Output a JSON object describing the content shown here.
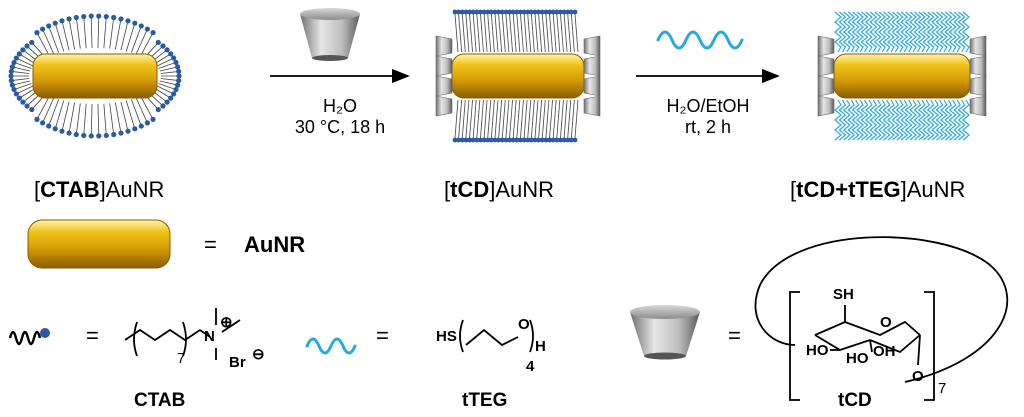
{
  "stage_labels": [
    {
      "pre": "[",
      "bold": "CTAB",
      "post": "]AuNR"
    },
    {
      "pre": "[",
      "bold": "tCD",
      "post": "]AuNR"
    },
    {
      "pre": "[",
      "bold": "tCD+tTEG",
      "post": "]AuNR"
    }
  ],
  "step1": {
    "line1": "H₂O",
    "line2": "30 °C, 18 h"
  },
  "step2": {
    "line1": "H₂O/EtOH",
    "line2": "rt, 2 h"
  },
  "legend": {
    "aunr_eq": "=",
    "aunr_label": "AuNR",
    "ctab_eq": "=",
    "ctab_name": "CTAB",
    "ctab_sub": "7",
    "ctab_charge": "⊕",
    "ctab_counterion": "Br",
    "ctab_anion": "⊖",
    "tteg_eq": "=",
    "tteg_name": "tTEG",
    "tteg_sh": "HS",
    "tteg_o": "O",
    "tteg_h": "H",
    "tteg_sub": "4",
    "tcd_eq": "=",
    "tcd_name": "tCD",
    "tcd_sh": "SH",
    "tcd_ho1": "HO",
    "tcd_ho2": "HO",
    "tcd_oh": "OH",
    "tcd_o_ring": "O",
    "tcd_o_link": "O",
    "tcd_sub": "7"
  },
  "colors": {
    "gold": "#e8b810",
    "ligand_head": "#2a5aa0",
    "teg": "#29a9e0",
    "cd_gray": "#9a9a9a"
  }
}
